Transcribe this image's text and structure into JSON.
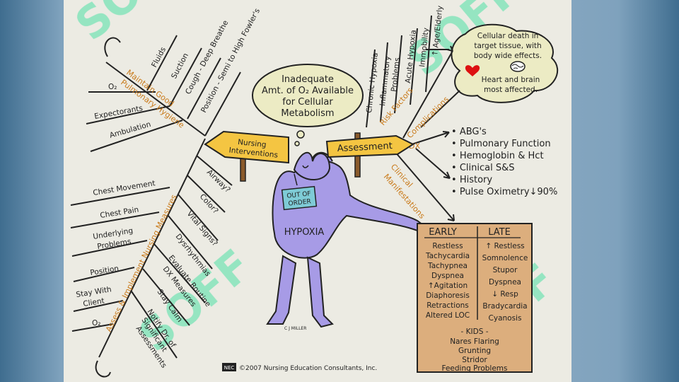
{
  "colors": {
    "slide_bg": "#ecebe3",
    "accent_orange": "#c97a1a",
    "sign_yellow": "#f4c542",
    "figure_purple": "#a79be6",
    "bubble": "#ecebc4",
    "box": "#dcae7d",
    "watermark": "#4fe0a6"
  },
  "icons": [
    "heart-icon",
    "brain-icon"
  ],
  "bubble": {
    "lines": [
      "Inadequate",
      "Amt. of O₂ Available",
      "for Cellular",
      "Metabolism"
    ]
  },
  "cloud": {
    "top_lines": [
      "Cellular death in",
      "target tissue, with",
      "body wide effects."
    ],
    "bottom_lines": [
      "Heart and brain",
      "most affected."
    ]
  },
  "signs": {
    "left": [
      "Nursing",
      "Interventions"
    ],
    "right": "Assessment"
  },
  "figure": {
    "badge": [
      "OUT OF",
      "ORDER"
    ],
    "label": "HYPOXIA",
    "signature": "C J MILLER"
  },
  "left_upper": {
    "branch_label": [
      "Maintain Good",
      "Pulmonary Hygiene"
    ],
    "spokes": [
      "Fluids",
      "Suction",
      "Cough - Deep Breathe",
      "Position - Semi to High Fowler's"
    ],
    "ribs": [
      "O₂",
      "Expectorants",
      "Ambulation"
    ]
  },
  "left_lower": {
    "branch_label": "Assess & Implement Nursing Measures",
    "ribs": [
      "Chest Movement",
      "Chest Pain",
      "Underlying",
      "Problems",
      "Position",
      "Stay With",
      "Client",
      "O₂"
    ],
    "diagonals": [
      "Airway?",
      "Color?",
      "Vital Signs?",
      "Dysrhythmias",
      "Evaluate Routine",
      "DX Measures",
      "Stay Calm",
      "Notify Dr. of",
      "Significant",
      "Assessments"
    ]
  },
  "risk_factors": {
    "label": "Risk Factors",
    "items": [
      "Chronic Hypoxia",
      "Inflammatory",
      "Problems",
      "Acute Hypoxia",
      "Immobility",
      "↑ Age/Elderly"
    ]
  },
  "complications": "Complications",
  "dx": {
    "label": "DX",
    "items": [
      "ABG's",
      "Pulmonary Function",
      "Hemoglobin & Hct",
      "Clinical S&S",
      "History",
      "Pulse Oximetry↓90%"
    ]
  },
  "clinical_manifestations": [
    "Clinical",
    "Manifestations"
  ],
  "box": {
    "early_header": "EARLY",
    "late_header": "LATE",
    "early": [
      "Restless",
      "Tachycardia",
      "Tachypnea",
      "Dyspnea",
      "↑Agitation",
      "Diaphoresis",
      "Retractions",
      "Altered LOC"
    ],
    "late": [
      "↑ Restless",
      "Somnolence",
      "Stupor",
      "Dyspnea",
      "↓ Resp",
      "Bradycardia",
      "Cyanosis"
    ],
    "kids_header": "- KIDS -",
    "kids": [
      "Nares Flaring",
      "Grunting",
      "Stridor",
      "Feeding Problems"
    ]
  },
  "footer": {
    "logo": "NEC",
    "text": "©2007 Nursing Education Consultants, Inc."
  },
  "watermark": "SOFF"
}
